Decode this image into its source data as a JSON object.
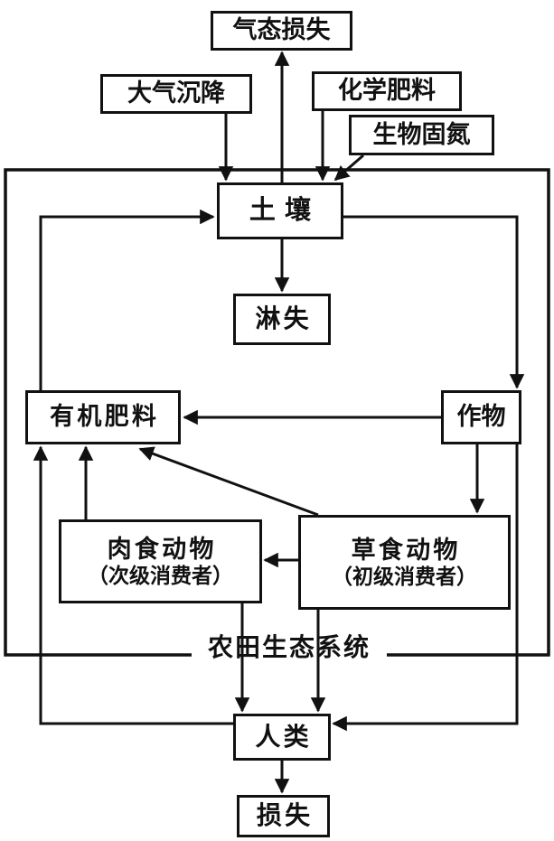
{
  "diagram": {
    "title": "农田生态系统",
    "colors": {
      "ink": "#111111",
      "background": "#ffffff"
    },
    "nodes": {
      "gaseous_loss": {
        "label": "气态损失"
      },
      "atmospheric_deposition": {
        "label": "大气沉降"
      },
      "chemical_fertilizer": {
        "label": "化学肥料"
      },
      "biological_nitrogen_fixation": {
        "label": "生物固氮"
      },
      "soil": {
        "label": "土壤"
      },
      "leaching_loss": {
        "label": "淋失"
      },
      "organic_fertilizer": {
        "label": "有机肥料"
      },
      "crops": {
        "label": "作物"
      },
      "carnivores": {
        "label": "肉食动物",
        "sublabel": "（次级消费者）"
      },
      "herbivores": {
        "label": "草食动物",
        "sublabel": "（初级消费者）"
      },
      "humans": {
        "label": "人类"
      },
      "loss": {
        "label": "损失"
      }
    },
    "edges": [
      {
        "from": "土壤",
        "to": "气态损失"
      },
      {
        "from": "大气沉降",
        "to": "土壤"
      },
      {
        "from": "化学肥料",
        "to": "土壤"
      },
      {
        "from": "生物固氮",
        "to": "土壤"
      },
      {
        "from": "土壤",
        "to": "淋失"
      },
      {
        "from": "土壤",
        "to": "作物"
      },
      {
        "from": "作物",
        "to": "草食动物（初级消费者）"
      },
      {
        "from": "草食动物（初级消费者）",
        "to": "肉食动物（次级消费者）"
      },
      {
        "from": "草食动物（初级消费者）",
        "to": "有机肥料"
      },
      {
        "from": "肉食动物（次级消费者）",
        "to": "有机肥料"
      },
      {
        "from": "作物",
        "to": "有机肥料"
      },
      {
        "from": "有机肥料",
        "to": "土壤"
      },
      {
        "from": "肉食动物（次级消费者）",
        "to": "人类"
      },
      {
        "from": "草食动物（初级消费者）",
        "to": "人类"
      },
      {
        "from": "作物",
        "to": "人类"
      },
      {
        "from": "人类",
        "to": "有机肥料"
      },
      {
        "from": "人类",
        "to": "损失"
      }
    ]
  }
}
